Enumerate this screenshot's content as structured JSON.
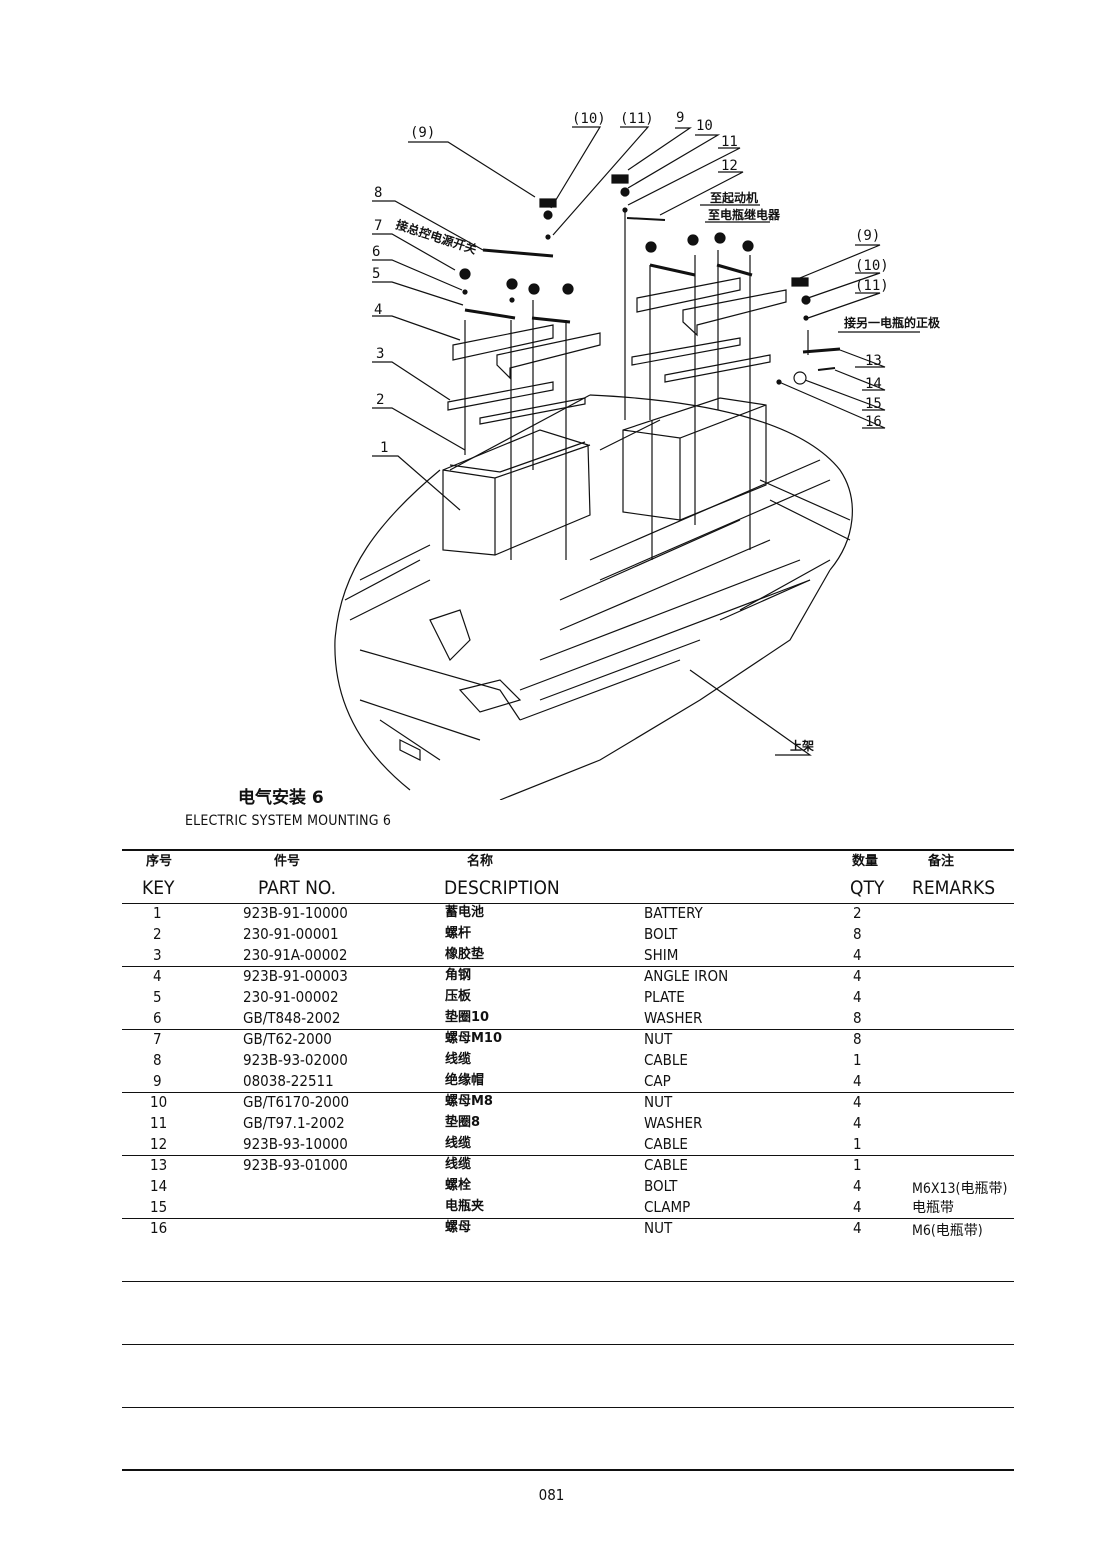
{
  "drawing": {
    "callouts": {
      "c9p": "(9)",
      "c10p": "(10)",
      "c11p": "(11)",
      "c9": "9",
      "c10": "10",
      "c11": "11",
      "c12": "12",
      "c8": "8",
      "c7": "7",
      "c6": "6",
      "c5": "5",
      "c4": "4",
      "c3": "3",
      "c2": "2",
      "c1": "1",
      "r9p": "(9)",
      "r10p": "(10)",
      "r11p": "(11)",
      "c13": "13",
      "c14": "14",
      "c15": "15",
      "c16": "16"
    },
    "notes": {
      "to_starter": "至起动机",
      "to_relay": "至电瓶继电器",
      "to_main_switch": "接总控电源开关",
      "to_other_battery": "接另一电瓶的正极",
      "upper_frame": "上架"
    }
  },
  "title": {
    "cn": "电气安装 6",
    "en": "ELECTRIC SYSTEM MOUNTING 6"
  },
  "table": {
    "headers": {
      "key_cn": "序号",
      "key_en": "KEY",
      "part_cn": "件号",
      "part_en": "PART NO.",
      "desc_cn": "名称",
      "desc_en": "DESCRIPTION",
      "qty_cn": "数量",
      "qty_en": "QTY",
      "rem_cn": "备注",
      "rem_en": "REMARKS"
    },
    "rows": [
      {
        "key": "1",
        "part": "923B-91-10000",
        "cn": "蓄电池",
        "en": "BATTERY",
        "qty": "2",
        "rem": ""
      },
      {
        "key": "2",
        "part": "230-91-00001",
        "cn": "螺杆",
        "en": "BOLT",
        "qty": "8",
        "rem": ""
      },
      {
        "key": "3",
        "part": "230-91A-00002",
        "cn": "橡胶垫",
        "en": "SHIM",
        "qty": "4",
        "rem": ""
      },
      {
        "key": "4",
        "part": "923B-91-00003",
        "cn": "角钢",
        "en": "ANGLE IRON",
        "qty": "4",
        "rem": ""
      },
      {
        "key": "5",
        "part": "230-91-00002",
        "cn": "压板",
        "en": "PLATE",
        "qty": "4",
        "rem": ""
      },
      {
        "key": "6",
        "part": "GB/T848-2002",
        "cn": "垫圈10",
        "en": "WASHER",
        "qty": "8",
        "rem": ""
      },
      {
        "key": "7",
        "part": "GB/T62-2000",
        "cn": "螺母M10",
        "en": "NUT",
        "qty": "8",
        "rem": ""
      },
      {
        "key": "8",
        "part": "923B-93-02000",
        "cn": "线缆",
        "en": "CABLE",
        "qty": "1",
        "rem": ""
      },
      {
        "key": "9",
        "part": "08038-22511",
        "cn": "绝缘帽",
        "en": "CAP",
        "qty": "4",
        "rem": ""
      },
      {
        "key": "10",
        "part": "GB/T6170-2000",
        "cn": "螺母M8",
        "en": "NUT",
        "qty": "4",
        "rem": ""
      },
      {
        "key": "11",
        "part": "GB/T97.1-2002",
        "cn": "垫圈8",
        "en": "WASHER",
        "qty": "4",
        "rem": ""
      },
      {
        "key": "12",
        "part": "923B-93-10000",
        "cn": "线缆",
        "en": "CABLE",
        "qty": "1",
        "rem": ""
      },
      {
        "key": "13",
        "part": "923B-93-01000",
        "cn": "线缆",
        "en": "CABLE",
        "qty": "1",
        "rem": ""
      },
      {
        "key": "14",
        "part": "",
        "cn": "螺栓",
        "en": "BOLT",
        "qty": "4",
        "rem": "M6X13(电瓶带)"
      },
      {
        "key": "15",
        "part": "",
        "cn": "电瓶夹",
        "en": "CLAMP",
        "qty": "4",
        "rem": "电瓶带"
      },
      {
        "key": "16",
        "part": "",
        "cn": "螺母",
        "en": "NUT",
        "qty": "4",
        "rem": "M6(电瓶带)"
      }
    ]
  },
  "page_number": "081"
}
